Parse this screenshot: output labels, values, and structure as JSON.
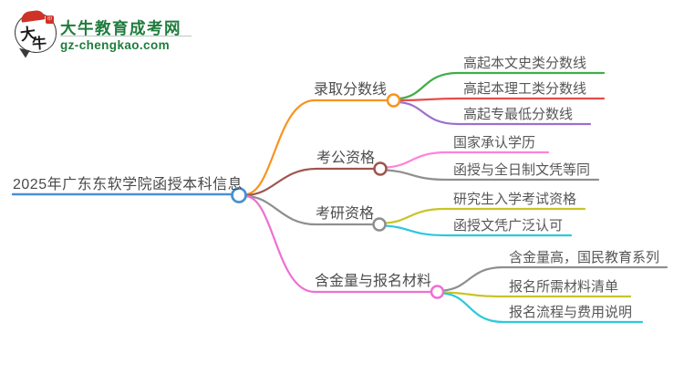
{
  "logo": {
    "bubble_text_1": "大",
    "bubble_text_2": "牛",
    "seal_text": "印",
    "title": "大牛教育成考网",
    "domain": "gz-chengkao.com",
    "brand_green": "#1f7c3d",
    "seal_red": "#cf3227"
  },
  "root": {
    "label": "2025年广东东软学院函授本科信息",
    "color": "#4a8fd4"
  },
  "branches": [
    {
      "label": "录取分数线",
      "color": "#f7941e",
      "children": [
        {
          "label": "高起本文史类分数线",
          "color": "#3fae49"
        },
        {
          "label": "高起本理工类分数线",
          "color": "#e74c4c"
        },
        {
          "label": "高起专最低分数线",
          "color": "#9b6fd0"
        }
      ]
    },
    {
      "label": "考公资格",
      "color": "#9e554d",
      "children": [
        {
          "label": "国家承认学历",
          "color": "#ff82d8"
        },
        {
          "label": "函授与全日制文凭等同",
          "color": "#8f8f8f"
        }
      ]
    },
    {
      "label": "考研资格",
      "color": "#8f8f8f",
      "children": [
        {
          "label": "研究生入学考试资格",
          "color": "#c9c428"
        },
        {
          "label": "函授文凭广泛认可",
          "color": "#2ec8dc"
        }
      ]
    },
    {
      "label": "含金量与报名材料",
      "color": "#ef6fd3",
      "children": [
        {
          "label": "含金量高，国民教育系列",
          "color": "#8f8f8f"
        },
        {
          "label": "报名所需材料清单",
          "color": "#c9c428"
        },
        {
          "label": "报名流程与费用说明",
          "color": "#2ec8dc"
        }
      ]
    }
  ]
}
